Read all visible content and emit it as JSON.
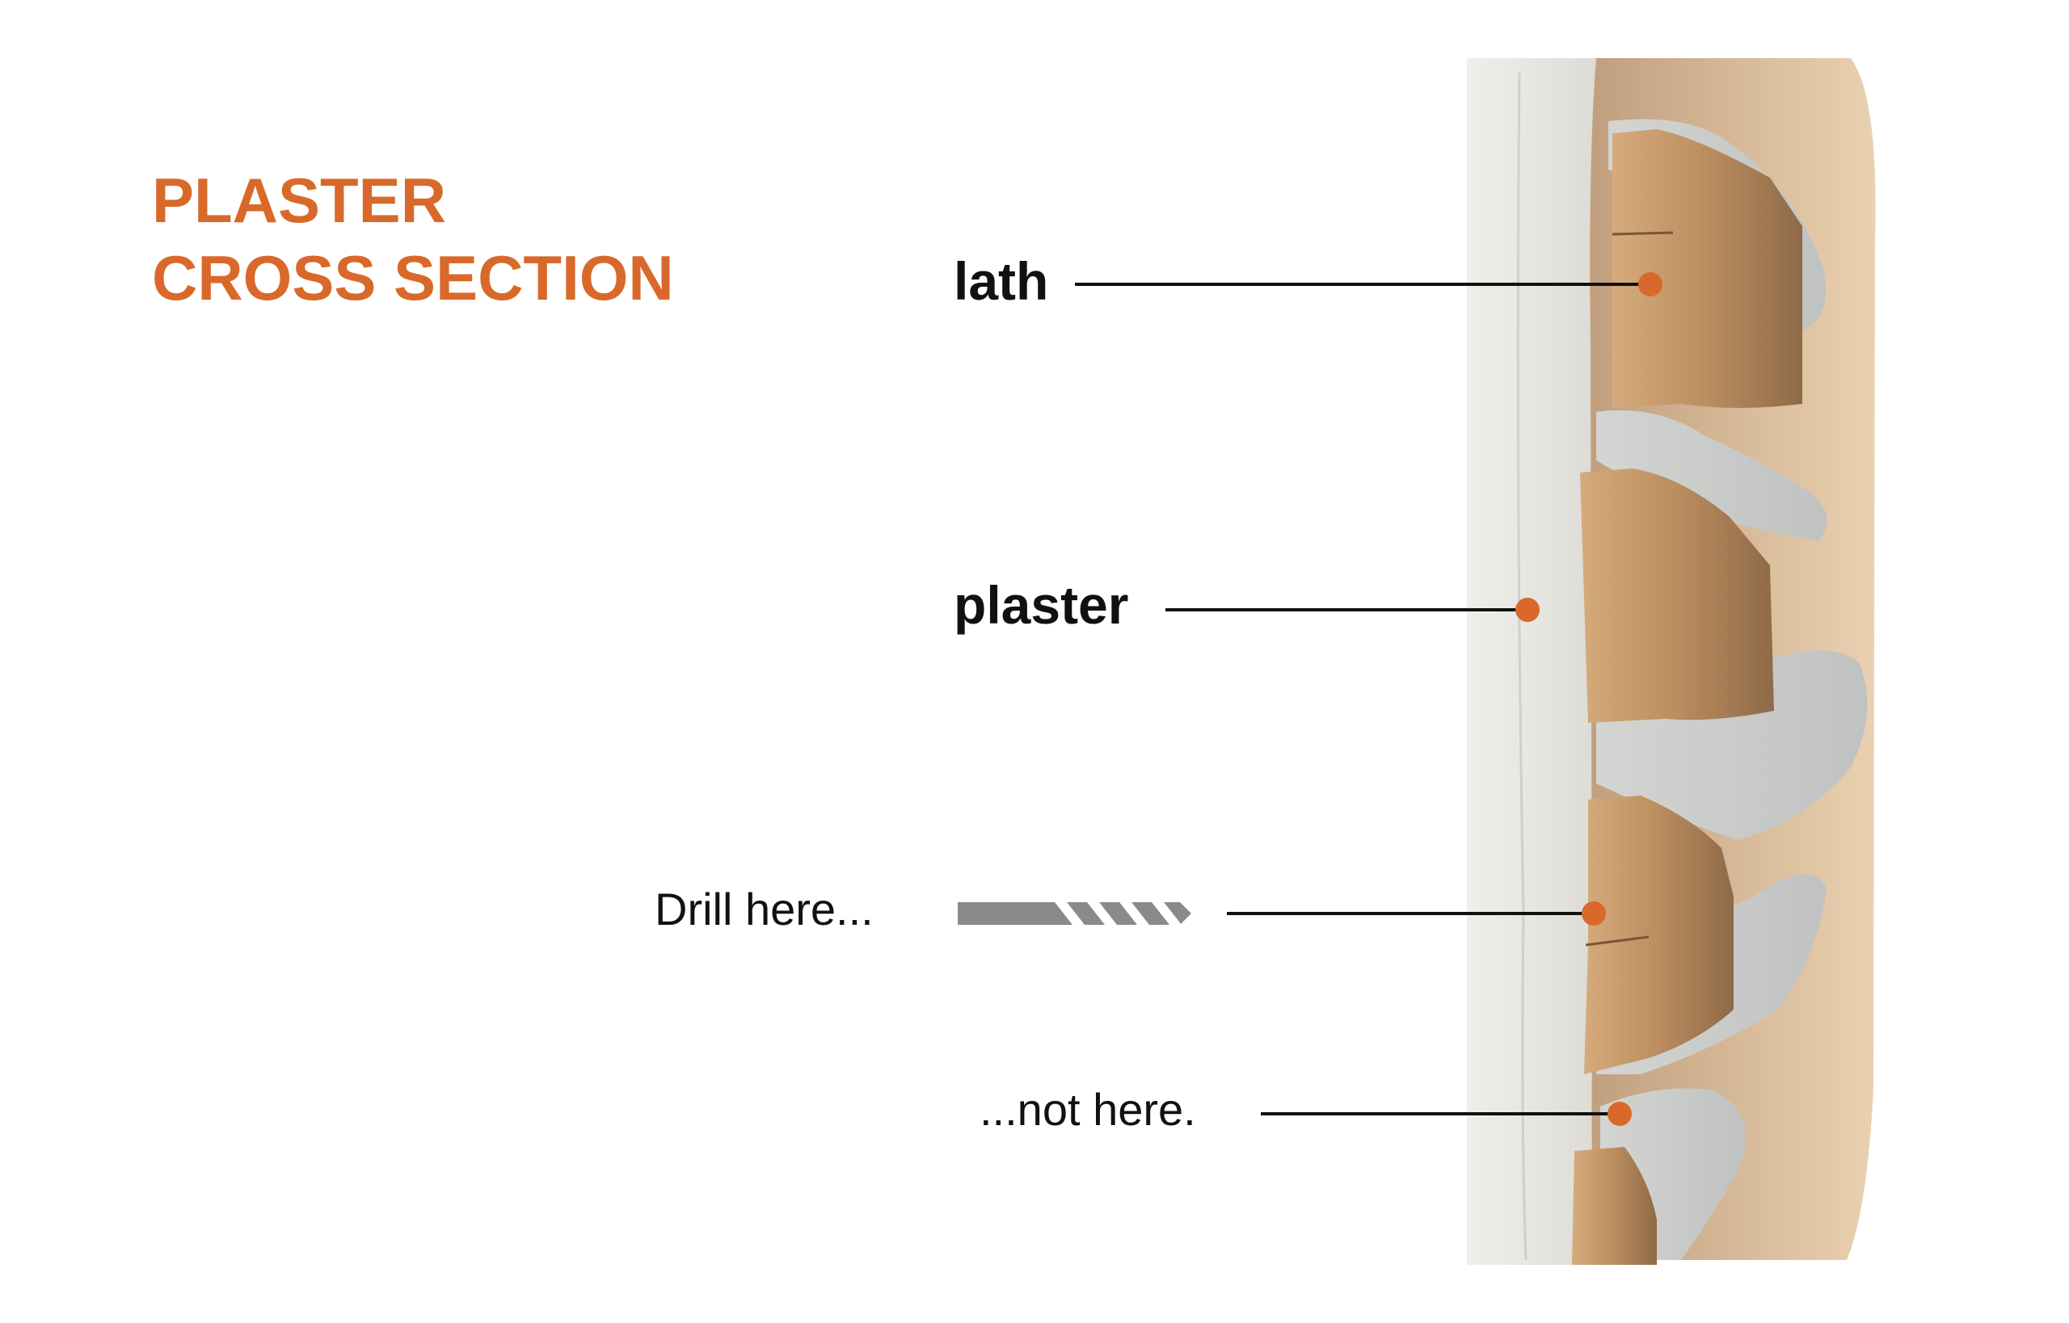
{
  "title": {
    "line1": "PLASTER",
    "line2": "CROSS SECTION"
  },
  "labels": {
    "lath": "lath",
    "plaster": "plaster",
    "drill_here": "Drill here...",
    "not_here": "...not here."
  },
  "colors": {
    "accent": "#d9692a",
    "leader_line": "#111111",
    "drill_bit": "#8a8a8d",
    "plaster": "#e9e8e3",
    "lath_wood": "#c59a6e"
  },
  "icons": {
    "drill_bit": "drill-bit-icon"
  }
}
